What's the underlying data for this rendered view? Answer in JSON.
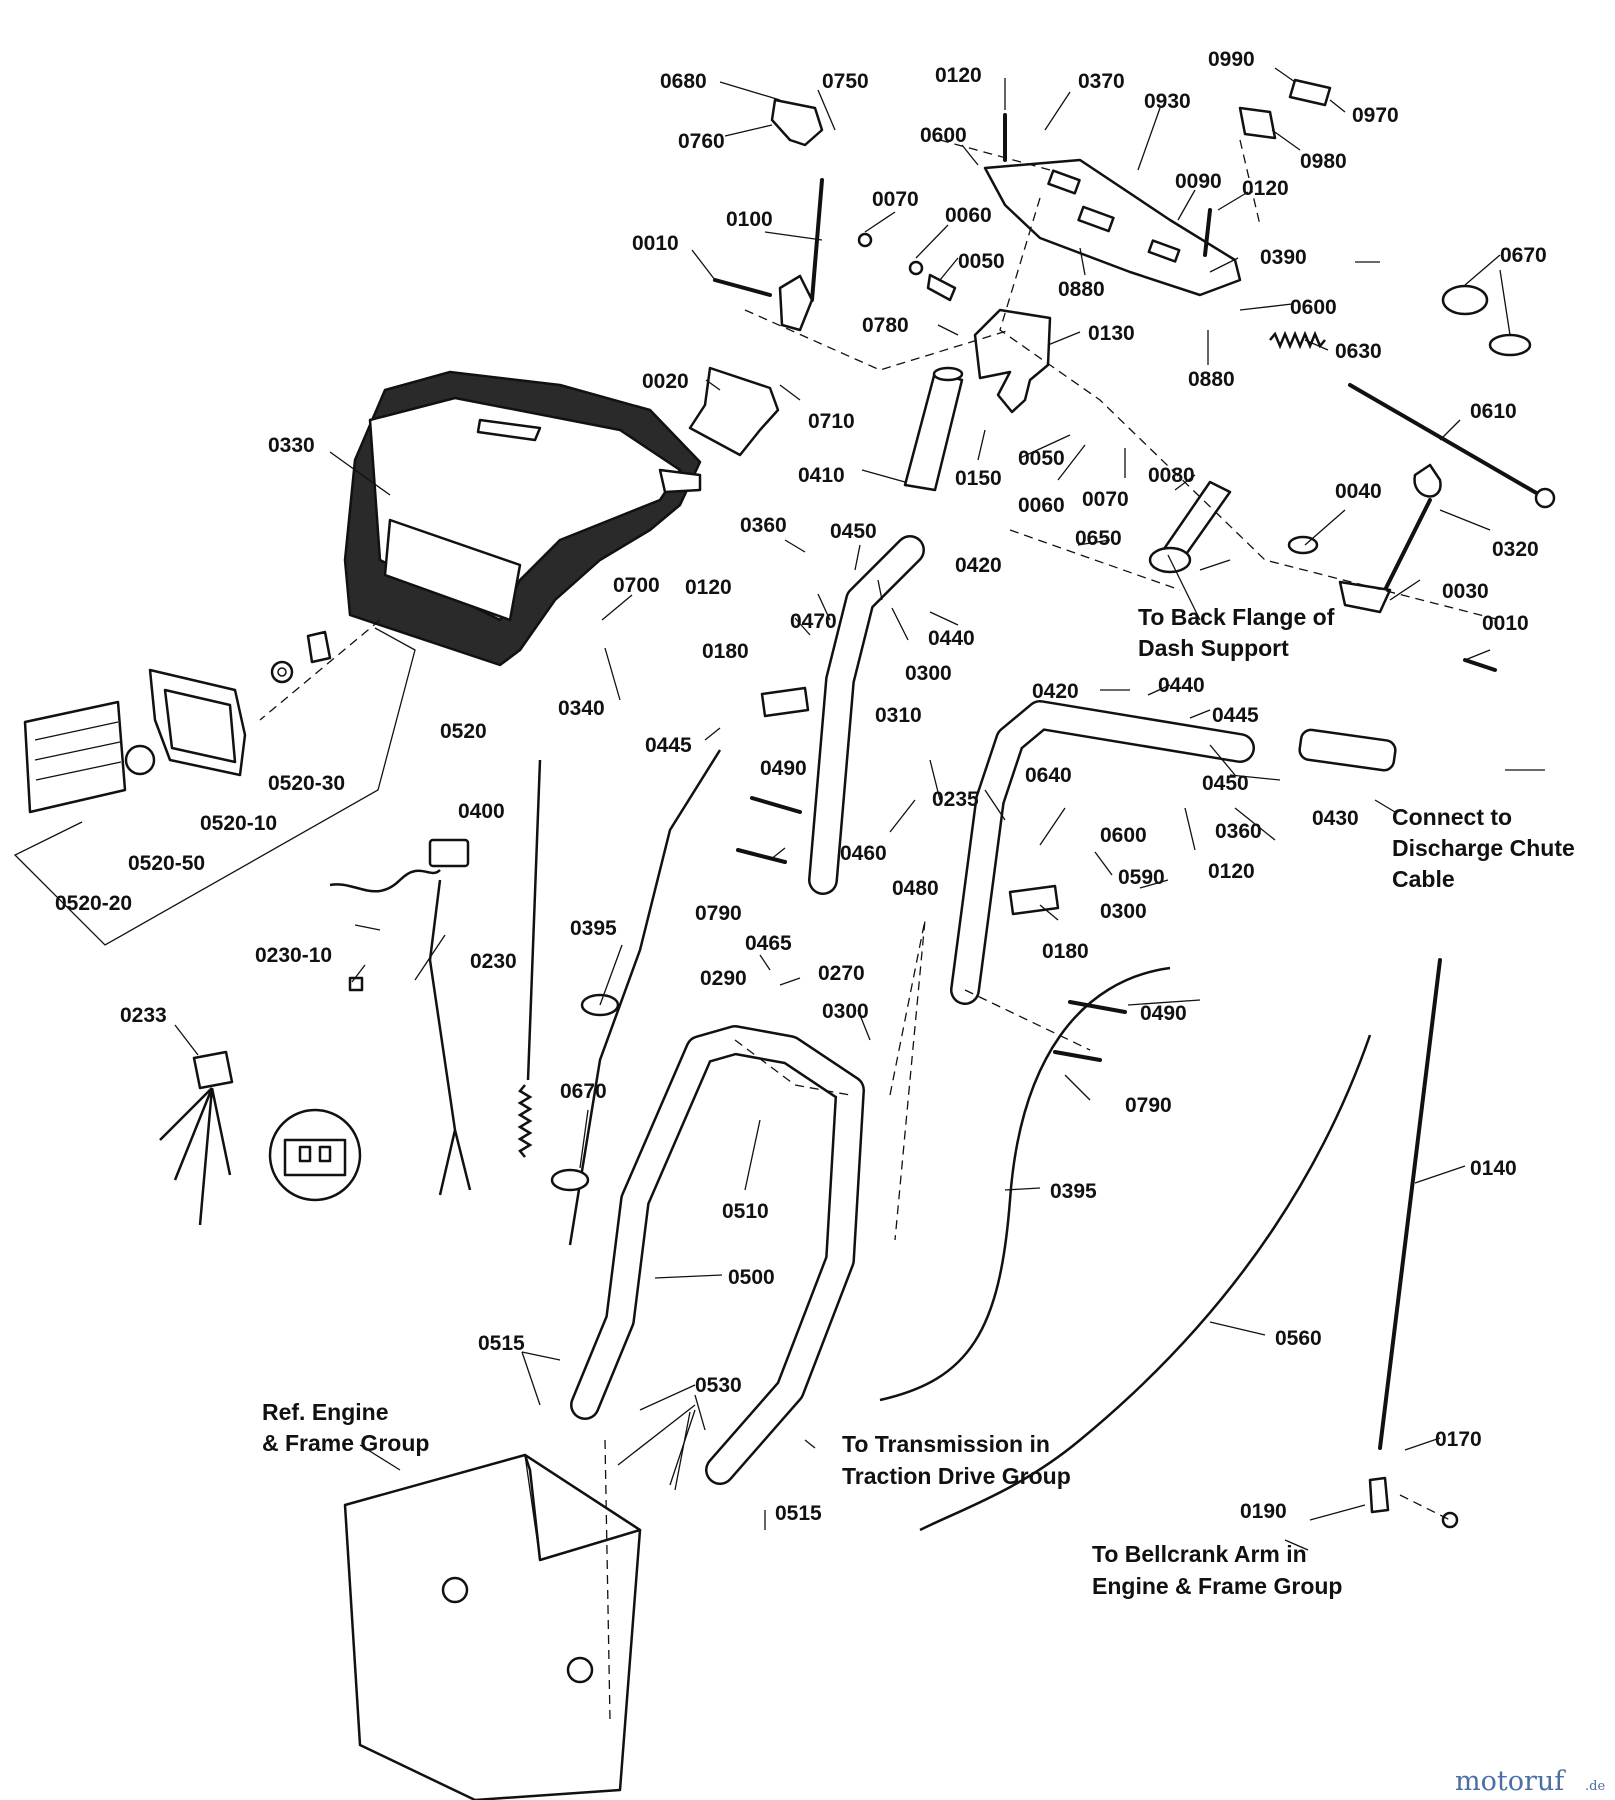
{
  "labels": {
    "l0680": "0680",
    "l0750": "0750",
    "l0760": "0760",
    "l0120a": "0120",
    "l0370": "0370",
    "l0990": "0990",
    "l0970": "0970",
    "l0930": "0930",
    "l0600a": "0600",
    "l0980": "0980",
    "l0090": "0090",
    "l0120b": "0120",
    "l0010a": "0010",
    "l0100": "0100",
    "l0070a": "0070",
    "l0060a": "0060",
    "l0050a": "0050",
    "l0880a": "0880",
    "l0390": "0390",
    "l0670a": "0670",
    "l0600b": "0600",
    "l0780": "0780",
    "l0130": "0130",
    "l0630": "0630",
    "l0880b": "0880",
    "l0020": "0020",
    "l0710": "0710",
    "l0610": "0610",
    "l0330": "0330",
    "l0410": "0410",
    "l0150": "0150",
    "l0050b": "0050",
    "l0060b": "0060",
    "l0070b": "0070",
    "l0080": "0080",
    "l0040": "0040",
    "l0320": "0320",
    "l0360a": "0360",
    "l0450a": "0450",
    "l0650": "0650",
    "l0420a": "0420",
    "l0030": "0030",
    "l0120c": "0120",
    "l0700": "0700",
    "l0440a": "0440",
    "l0010b": "0010",
    "l0470": "0470",
    "l0180a": "0180",
    "l0300a": "0300",
    "l0420b": "0420",
    "l0440b": "0440",
    "l0340": "0340",
    "l0520": "0520",
    "l0310": "0310",
    "l0445a": "0445",
    "l0445b": "0445",
    "l0520-30": "0520-30",
    "l0490a": "0490",
    "l0640": "0640",
    "l0450b": "0450",
    "l0430": "0430",
    "l0235": "0235",
    "l0600c": "0600",
    "l0360b": "0360",
    "l0520-10": "0520-10",
    "l0400": "0400",
    "l0460": "0460",
    "l0590": "0590",
    "l0120d": "0120",
    "l0520-50": "0520-50",
    "l0480": "0480",
    "l0300b": "0300",
    "l0790a": "0790",
    "l0520-20": "0520-20",
    "l0180b": "0180",
    "l0395a": "0395",
    "l0465": "0465",
    "l0230-10": "0230-10",
    "l0230": "0230",
    "l0290": "0290",
    "l0270": "0270",
    "l0490b": "0490",
    "l0233": "0233",
    "l0300c": "0300",
    "l0670b": "0670",
    "l0790b": "0790",
    "l0140": "0140",
    "l0510": "0510",
    "l0395b": "0395",
    "l0500": "0500",
    "l0560": "0560",
    "l0515a": "0515",
    "l0530": "0530",
    "l0170": "0170",
    "l0515b": "0515",
    "l0190": "0190"
  },
  "notes": {
    "back_flange": [
      "To Back Flange of",
      "Dash Support"
    ],
    "discharge_chute": [
      "Connect to",
      "Discharge Chute",
      "Cable"
    ],
    "transmission": [
      "To Transmission in",
      "Traction Drive Group"
    ],
    "ref_engine": [
      "Ref. Engine",
      "& Frame Group"
    ],
    "bellcrank": [
      "To Bellcrank Arm in",
      "Engine & Frame Group"
    ]
  },
  "watermark": {
    "main": "motoruf",
    "tld": ".de"
  }
}
